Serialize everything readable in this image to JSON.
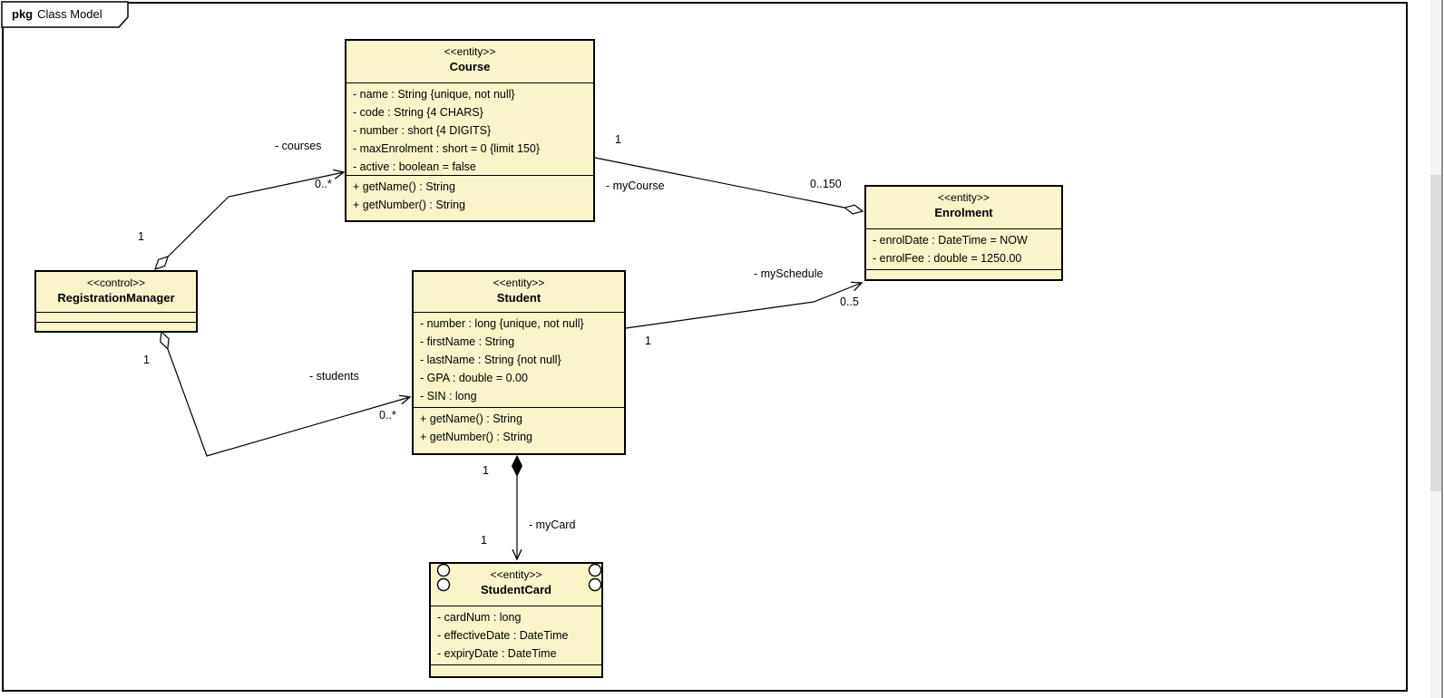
{
  "frame": {
    "keyword": "pkg",
    "title": "Class Model"
  },
  "classes": {
    "course": {
      "stereotype": "<<entity>>",
      "name": "Course",
      "attributes": [
        "- name : String {unique, not null}",
        "- code : String {4 CHARS}",
        "- number : short {4 DIGITS}",
        "- maxEnrolment : short = 0 {limit 150}",
        "- active : boolean = false"
      ],
      "operations": [
        "+ getName() : String",
        "+ getNumber() : String"
      ]
    },
    "registration_manager": {
      "stereotype": "<<control>>",
      "name": "RegistrationManager",
      "attributes": [],
      "operations": []
    },
    "student": {
      "stereotype": "<<entity>>",
      "name": "Student",
      "attributes": [
        "- number : long {unique, not null}",
        "- firstName : String",
        "- lastName : String {not null}",
        "- GPA : double = 0.00",
        "- SIN : long"
      ],
      "operations": [
        "+ getName() : String",
        "+ getNumber() : String"
      ]
    },
    "enrolment": {
      "stereotype": "<<entity>>",
      "name": "Enrolment",
      "attributes": [
        "- enrolDate : DateTime = NOW",
        "- enrolFee : double = 1250.00"
      ],
      "operations": []
    },
    "student_card": {
      "stereotype": "<<entity>>",
      "name": "StudentCard",
      "attributes": [
        "- cardNum : long",
        "- effectiveDate : DateTime",
        "- expiryDate : DateTime"
      ],
      "operations": []
    }
  },
  "associations": {
    "manager_courses": {
      "type": "aggregation",
      "source": "RegistrationManager",
      "target": "Course",
      "source_multiplicity": "1",
      "target_role": "- courses",
      "target_multiplicity": "0..*"
    },
    "manager_students": {
      "type": "aggregation",
      "source": "RegistrationManager",
      "target": "Student",
      "source_multiplicity": "1",
      "target_role": "- students",
      "target_multiplicity": "0..*"
    },
    "enrolment_course": {
      "type": "aggregation",
      "source": "Course",
      "target": "Enrolment",
      "source_role": "- myCourse",
      "source_multiplicity": "1",
      "target_multiplicity": "0..150"
    },
    "student_schedule": {
      "type": "association",
      "source": "Student",
      "target": "Enrolment",
      "source_multiplicity": "1",
      "target_role": "- mySchedule",
      "target_multiplicity": "0..5"
    },
    "student_mycard": {
      "type": "composition",
      "source": "Student",
      "target": "StudentCard",
      "source_multiplicity": "1",
      "target_role": "- myCard",
      "target_multiplicity": "1"
    }
  },
  "colors": {
    "class_fill": "#FAF5C9",
    "line": "#000000",
    "background": "#FFFFFF"
  }
}
